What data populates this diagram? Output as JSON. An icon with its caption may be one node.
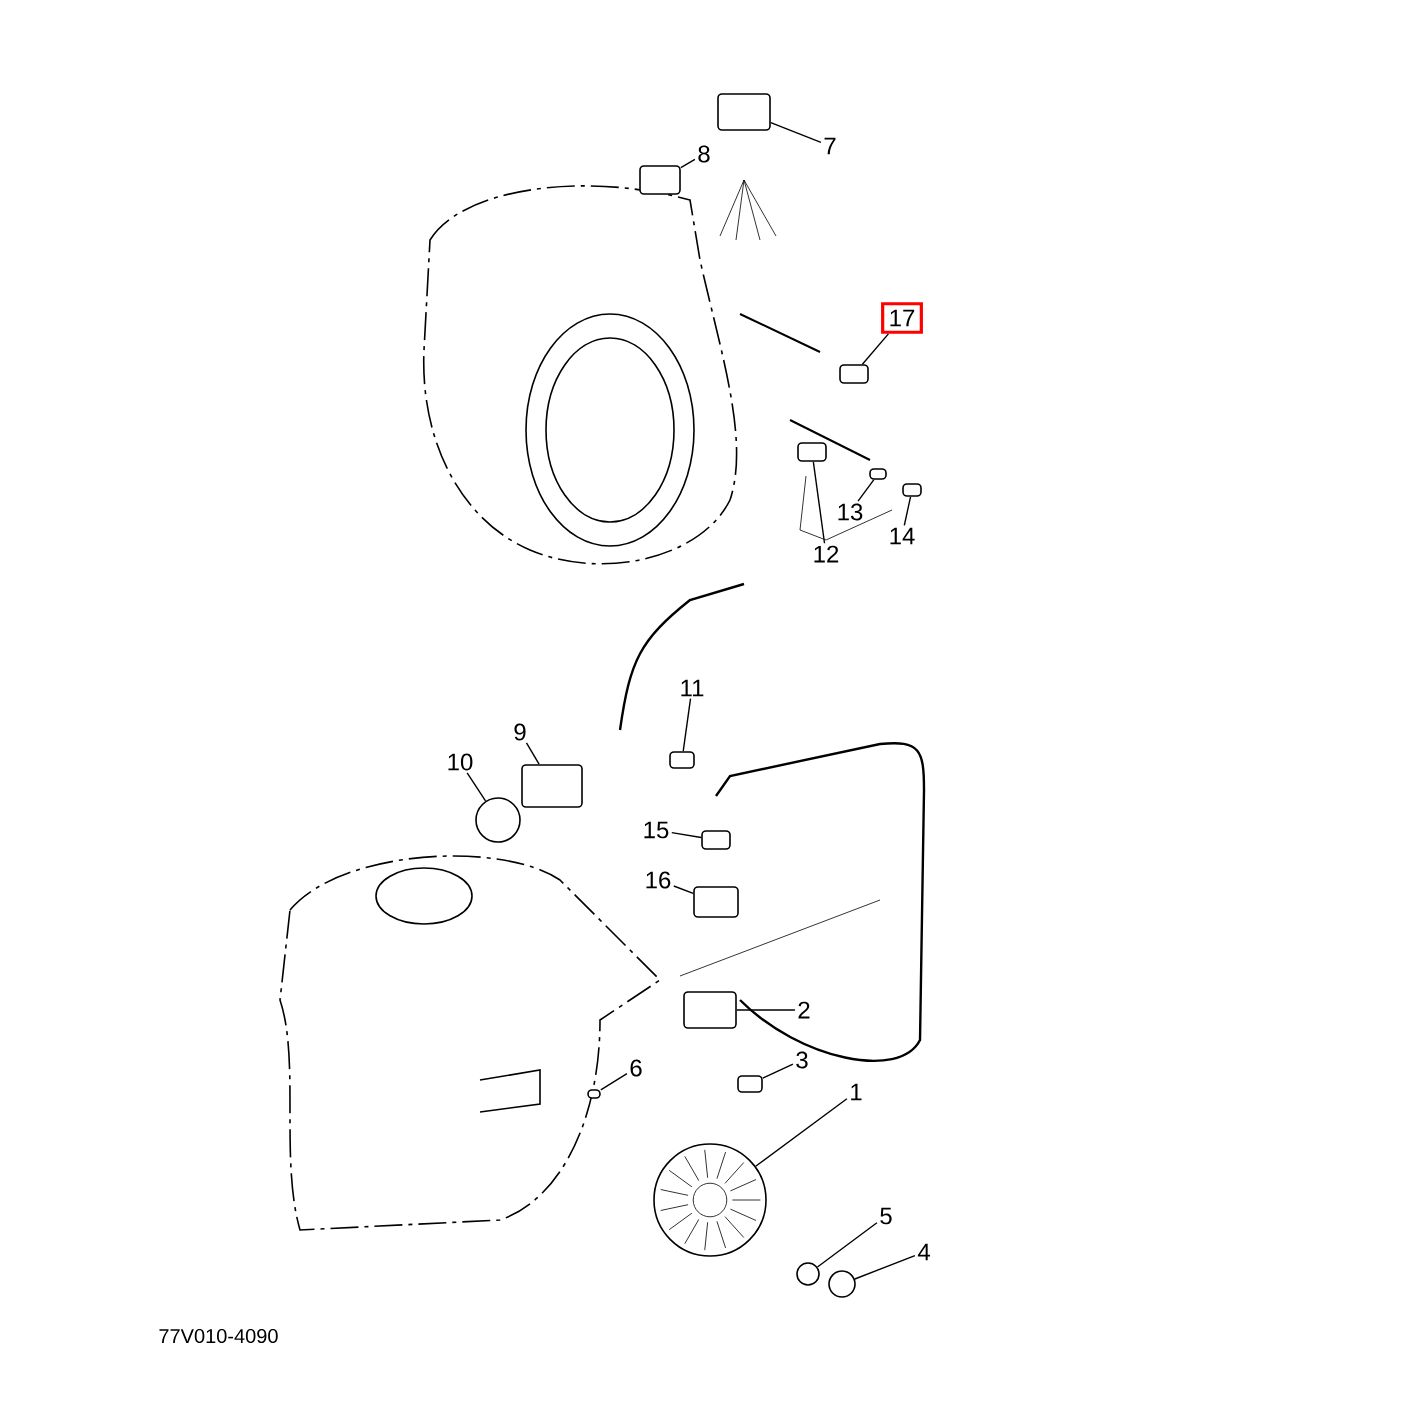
{
  "diagram": {
    "nodes": [
      {
        "text": [
          "1"
        ]
      },
      {
        "text": [
          "2"
        ]
      },
      {
        "text": [
          "3"
        ]
      },
      {
        "text": [
          "4"
        ]
      },
      {
        "text": [
          "5"
        ]
      },
      {
        "text": [
          "6"
        ]
      },
      {
        "text": [
          "7"
        ]
      },
      {
        "text": [
          "8"
        ]
      },
      {
        "text": [
          "9"
        ]
      },
      {
        "text": [
          "10"
        ]
      },
      {
        "text": [
          "11"
        ]
      },
      {
        "text": [
          "12"
        ]
      },
      {
        "text": [
          "13"
        ]
      },
      {
        "text": [
          "14"
        ]
      },
      {
        "text": [
          "15"
        ]
      },
      {
        "text": [
          "16"
        ]
      },
      {
        "text": [
          "17"
        ]
      },
      {
        "text": [],
        "shape": "circle"
      },
      {
        "text": [],
        "shape": "box"
      },
      {
        "text": [],
        "shape": "box"
      },
      {
        "text": [],
        "shape": "circle"
      },
      {
        "text": [],
        "shape": "circle"
      },
      {
        "text": [],
        "shape": "box"
      },
      {
        "text": [],
        "shape": "box"
      },
      {
        "text": [],
        "shape": "box"
      },
      {
        "text": [],
        "shape": "box"
      },
      {
        "text": [],
        "shape": "circle"
      },
      {
        "text": [],
        "shape": "box"
      },
      {
        "text": [],
        "shape": "box"
      },
      {
        "text": [],
        "shape": "box"
      },
      {
        "text": [],
        "shape": "box"
      },
      {
        "text": [],
        "shape": "box"
      },
      {
        "text": [],
        "shape": "box"
      },
      {
        "text": [],
        "shape": "box"
      }
    ],
    "edges": [
      {
        "from": 0,
        "to": 17,
        "arrow": "none"
      },
      {
        "from": 1,
        "to": 18,
        "arrow": "none"
      },
      {
        "from": 2,
        "to": 19,
        "arrow": "none"
      },
      {
        "from": 3,
        "to": 20,
        "arrow": "none"
      },
      {
        "from": 4,
        "to": 21,
        "arrow": "none"
      },
      {
        "from": 5,
        "to": 22,
        "arrow": "none"
      },
      {
        "from": 6,
        "to": 23,
        "arrow": "none"
      },
      {
        "from": 7,
        "to": 24,
        "arrow": "none"
      },
      {
        "from": 8,
        "to": 25,
        "arrow": "none"
      },
      {
        "from": 9,
        "to": 26,
        "arrow": "none"
      },
      {
        "from": 10,
        "to": 27,
        "arrow": "none"
      },
      {
        "from": 11,
        "to": 28,
        "arrow": "none"
      },
      {
        "from": 12,
        "to": 29,
        "arrow": "none"
      },
      {
        "from": 13,
        "to": 30,
        "arrow": "none"
      },
      {
        "from": 14,
        "to": 31,
        "arrow": "none"
      },
      {
        "from": 15,
        "to": 32,
        "arrow": "none"
      },
      {
        "from": 16,
        "to": 33,
        "arrow": "none"
      }
    ],
    "labels": [
      "77V010-4090"
    ]
  }
}
